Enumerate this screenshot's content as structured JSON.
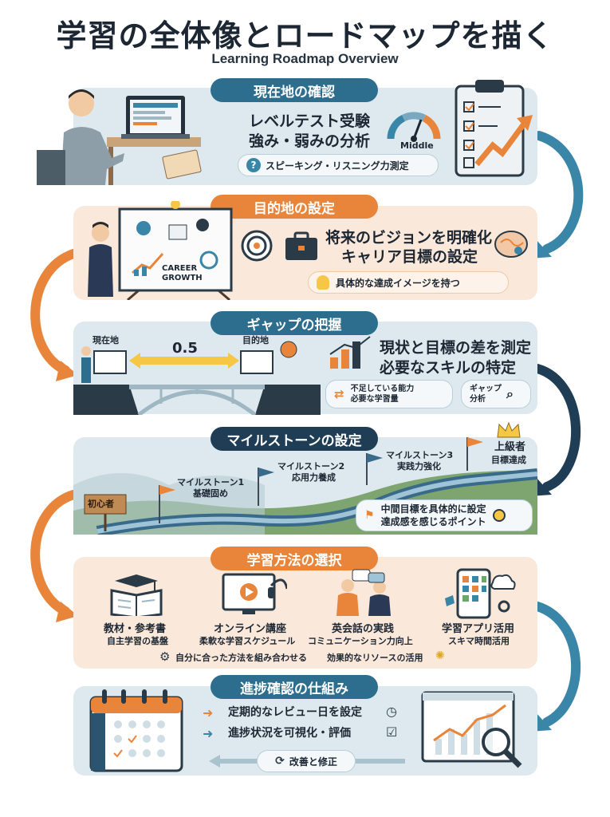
{
  "title": "学習の全体像とロードマップを描く",
  "subtitle": "Learning Roadmap Overview",
  "colors": {
    "navy": "#2d6e8e",
    "orange": "#e8853a",
    "blue_bg": "#dde9ee",
    "peach_bg": "#fae8da"
  },
  "sec1": {
    "heading": "現在地の確認",
    "line1": "レベルテスト受験",
    "line2": "強み・弱みの分析",
    "gauge_label": "Middle",
    "subpill": "スピーキング・リスニング力測定",
    "icons": [
      "person-at-laptop-illustration",
      "gauge-icon",
      "clipboard-growth-icon",
      "ear-icon"
    ]
  },
  "sec2": {
    "heading": "目的地の設定",
    "board_text1": "CAREER",
    "board_text2": "GROWTH",
    "line1": "将来のビジョンを明確化",
    "line2": "キャリア目標の設定",
    "subpill": "具体的な達成イメージを持つ",
    "icons": [
      "businessman-board-illustration",
      "target-icon",
      "briefcase-icon",
      "brain-icon",
      "lightbulb-icon"
    ]
  },
  "sec3": {
    "heading": "ギャップの把握",
    "current_label": "現在地",
    "goal_label": "目的地",
    "gap_value": "0.5",
    "line1": "現状と目標の差を測定",
    "line2": "必要なスキルの特定",
    "subpill1_line1": "不足している能力",
    "subpill1_line2": "必要な学習量",
    "subpill2_line1": "ギャップ",
    "subpill2_line2": "分析",
    "icons": [
      "bridge-illustration",
      "bar-chart-icon",
      "arrows-icon",
      "magnifier-icon"
    ]
  },
  "sec4": {
    "heading": "マイルストーンの設定",
    "start_sign": "初心者",
    "m1_title": "マイルストーン1",
    "m1_sub": "基礎固め",
    "m2_title": "マイルストーン2",
    "m2_sub": "応用力養成",
    "m3_title": "マイルストーン3",
    "m3_sub": "実践力強化",
    "goal_title": "上級者",
    "goal_sub": "目標達成",
    "note_line1": "中間目標を具体的に設定",
    "note_line2": "達成感を感じるポイント",
    "icons": [
      "road-illustration",
      "flag-icon",
      "crown-icon",
      "medal-icon"
    ]
  },
  "sec5": {
    "heading": "学習方法の選択",
    "items": [
      {
        "title": "教材・参考書",
        "sub": "自主学習の基盤",
        "icon": "book-icon"
      },
      {
        "title": "オンライン講座",
        "sub": "柔軟な学習スケジュール",
        "icon": "video-lesson-icon"
      },
      {
        "title": "英会話の実践",
        "sub": "コミュニケーション力向上",
        "icon": "conversation-icon"
      },
      {
        "title": "学習アプリ活用",
        "sub": "スキマ時間活用",
        "icon": "smartphone-app-icon"
      }
    ],
    "footer_left": "自分に合った方法を組み合わせる",
    "footer_right": "効果的なリソースの活用"
  },
  "sec6": {
    "heading": "進捗確認の仕組み",
    "line1": "定期的なレビュー日を設定",
    "line2": "進捗状況を可視化・評価",
    "cycle_label": "改善と修正",
    "icons": [
      "calendar-icon",
      "clock-icon",
      "checklist-icon",
      "chart-magnifier-icon",
      "cycle-icon"
    ]
  }
}
